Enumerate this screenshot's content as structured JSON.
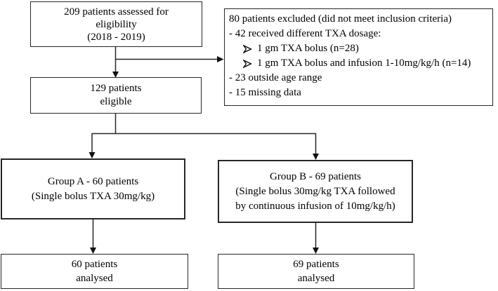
{
  "colors": {
    "background": "#ffffff",
    "box_border": "#262626",
    "line": "#262626",
    "text": "#000000"
  },
  "diagram": {
    "type": "patient-flow-chart",
    "assessed": {
      "lines": [
        "209 patients assessed for",
        "eligibility",
        "(2018 - 2019)"
      ]
    },
    "excluded": {
      "title": "80 patients excluded (did not meet inclusion criteria)",
      "bullet_icon": "➢",
      "items": [
        {
          "marker": "none",
          "text": "- 42 received different TXA dosage:"
        },
        {
          "marker": "arrow",
          "text": "1 gm TXA bolus (n=28)"
        },
        {
          "marker": "arrow",
          "text": "1 gm TXA bolus and infusion 1-10mg/kg/h (n=14)"
        },
        {
          "marker": "none",
          "text": "- 23 outside age range"
        },
        {
          "marker": "none",
          "text": "- 15 missing data"
        }
      ]
    },
    "eligible": {
      "lines": [
        "129 patients",
        "eligible"
      ]
    },
    "group_a": {
      "lines": [
        "Group A - 60 patients",
        "(Single bolus TXA 30mg/kg)"
      ]
    },
    "group_b": {
      "lines": [
        "Group B - 69 patients",
        "(Single bolus 30mg/kg TXA followed",
        "by continuous infusion of 10mg/kg/h)"
      ]
    },
    "analysed_a": {
      "lines": [
        "60 patients",
        "analysed"
      ]
    },
    "analysed_b": {
      "lines": [
        "69 patients",
        "analysed"
      ]
    }
  }
}
